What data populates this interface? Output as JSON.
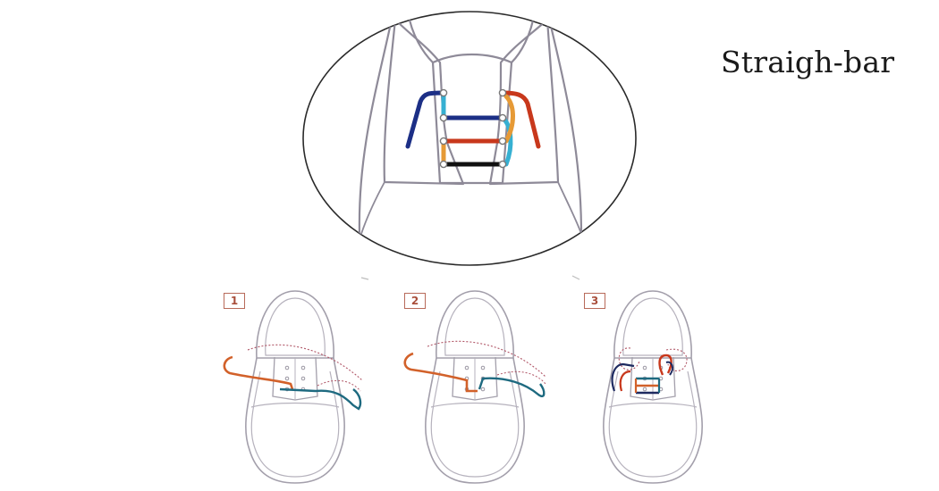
{
  "title": "Straigh-bar",
  "steps": [
    {
      "label": "1"
    },
    {
      "label": "2"
    },
    {
      "label": "3"
    }
  ],
  "colors": {
    "outline": "#8e8a98",
    "navy": "#1c2f86",
    "cyan": "#36b0d2",
    "red": "#c8381c",
    "orange": "#e69a36",
    "black": "#111111",
    "step_lace_orange": "#d2612a",
    "step_lace_teal": "#1e6a80",
    "step_guide": "#b05566",
    "badge": "#b86a5a"
  }
}
